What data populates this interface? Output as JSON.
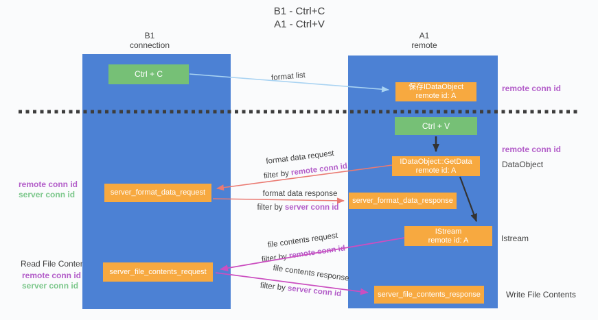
{
  "title": {
    "line1": "B1 - Ctrl+C",
    "line2": "A1 - Ctrl+V"
  },
  "lanes": {
    "b1": {
      "name": "B1",
      "subtitle": "connection"
    },
    "a1": {
      "name": "A1",
      "subtitle": "remote"
    }
  },
  "boxes": {
    "ctrl_c": {
      "label": "Ctrl + C"
    },
    "save_idataobject": {
      "line1": "保存IDataObject",
      "line2": "remote id: A"
    },
    "ctrl_v": {
      "label": "Ctrl + V"
    },
    "getdata": {
      "line1": "IDataObject::GetData",
      "line2": "remote id: A"
    },
    "format_request": {
      "label": "server_format_data_request"
    },
    "format_response": {
      "label": "server_format_data_response"
    },
    "istream": {
      "line1": "IStream",
      "line2": "remote id: A"
    },
    "file_request": {
      "label": "server_file_contents_request"
    },
    "file_response": {
      "label": "server_file_contents_response"
    }
  },
  "annotations": {
    "format_list": "format list",
    "format_data_request": "format data request",
    "format_data_response": "format data response",
    "file_contents_request": "file contents request",
    "file_contents_response": "file contents response",
    "filter_by": "filter by ",
    "remote_conn_id": "remote conn id",
    "server_conn_id": "server conn id"
  },
  "side_labels": {
    "remote_conn_id": "remote conn id",
    "server_conn_id": "server conn id",
    "dataobject": "DataObject",
    "istream": "Istream",
    "read_file_contents": "Read File Contents",
    "write_file_contents": "Write File Contents"
  },
  "colors": {
    "blue": "#4C81D4",
    "green": "#76C076",
    "orange": "#F7A940",
    "purple": "#B35EC9",
    "green-text": "#7CC78B",
    "salmon": "#EA7A72",
    "magenta": "#CB4FC0",
    "lightblue": "#A9D3F2",
    "ink": "#3F3F3F",
    "dash": "#3D3D3D"
  }
}
